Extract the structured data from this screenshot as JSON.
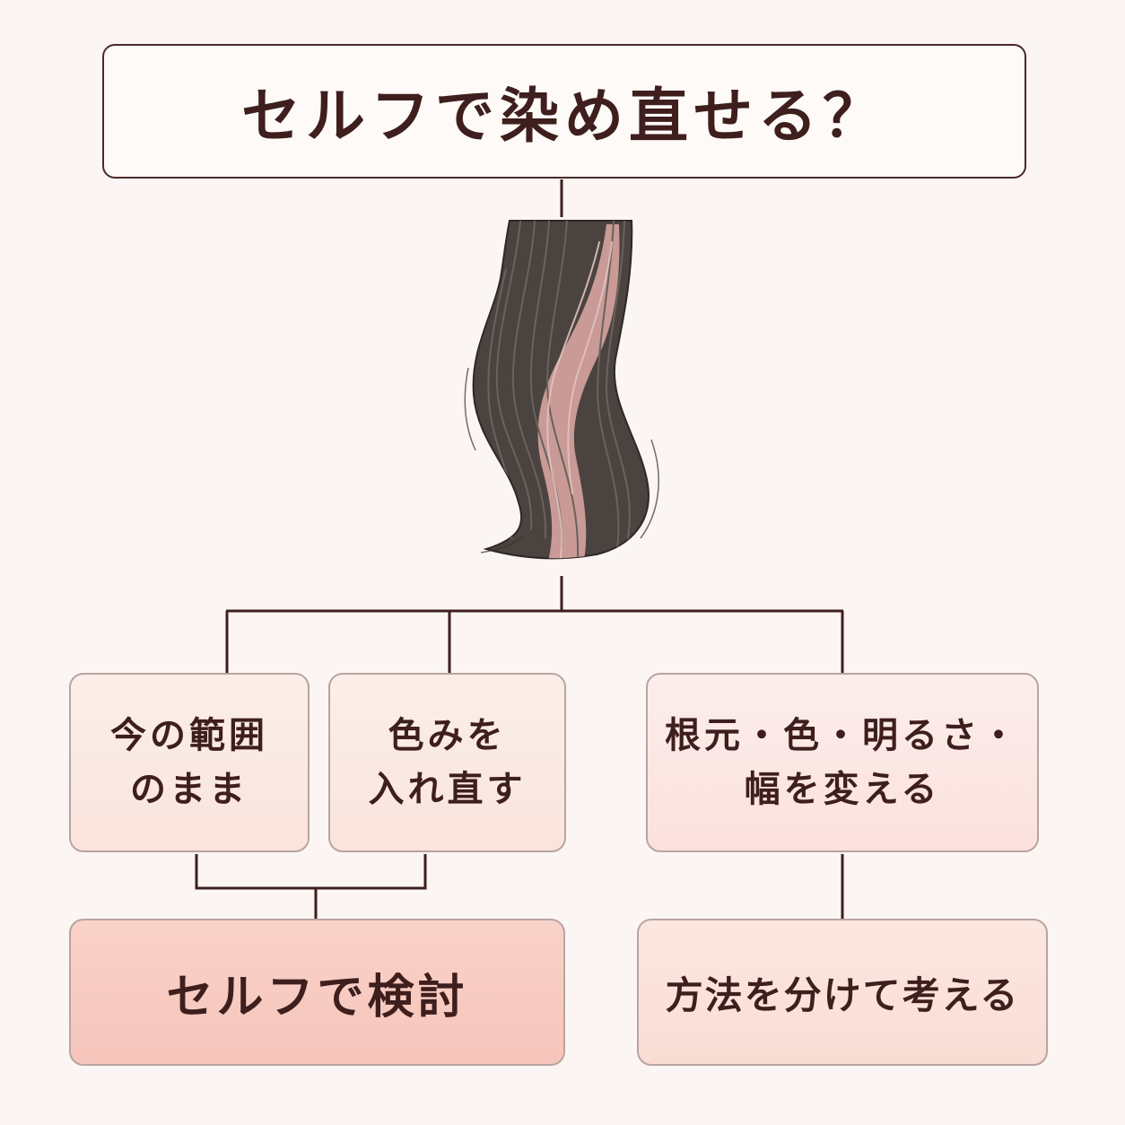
{
  "title": "セルフで染め直せる？",
  "options": [
    {
      "line1": "今の範囲",
      "line2": "のまま"
    },
    {
      "line1": "色みを",
      "line2": "入れ直す"
    },
    {
      "line1": "根元・色・明るさ・",
      "line2": "幅を変える"
    }
  ],
  "results": {
    "left": "セルフで検討",
    "right": "方法を分けて考える"
  },
  "colors": {
    "line": "#3e1f1d",
    "hair": "#4a433f",
    "highlight": "#c99a96"
  }
}
